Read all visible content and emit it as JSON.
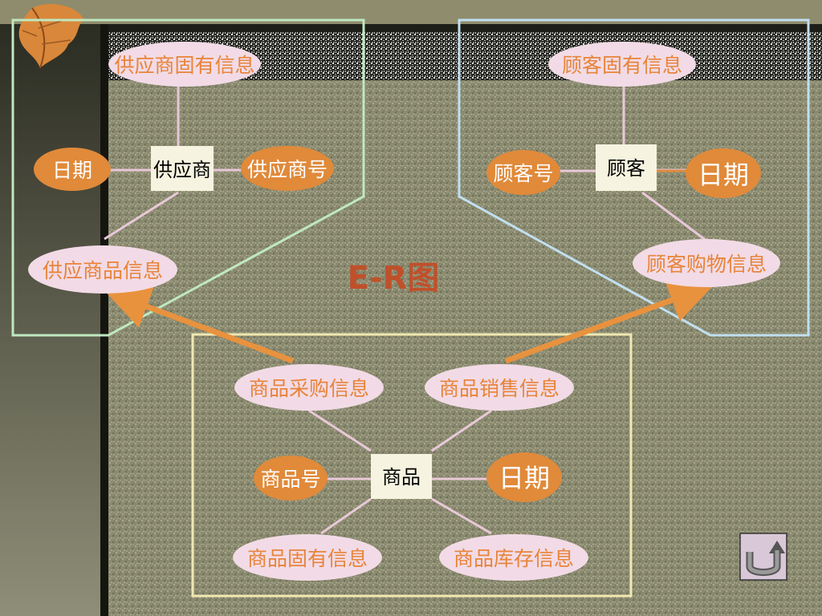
{
  "title": "E-R图",
  "supplier": {
    "entity": "供应商",
    "attr_top": "供应商固有信息",
    "attr_date": "日期",
    "attr_id": "供应商号",
    "info": "供应商品信息"
  },
  "customer": {
    "entity": "顾客",
    "attr_top": "顾客固有信息",
    "attr_id": "顾客号",
    "attr_date": "日期",
    "info": "顾客购物信息"
  },
  "product": {
    "entity": "商品",
    "purchase": "商品采购信息",
    "sales": "商品销售信息",
    "attr_id": "商品号",
    "attr_date": "日期",
    "inherent": "商品固有信息",
    "stock": "商品库存信息"
  },
  "colors": {
    "pink_ellipse": "#f2dbe6",
    "orange_ellipse": "#e08a3a",
    "pink_text": "#e8843a",
    "arrow": "#e8923e",
    "title": "#c0502a",
    "entity_box": "#f6f4e0",
    "line": "#e8c8d8"
  },
  "icons": {
    "return_button": "u-turn-return-icon",
    "decoration": "autumn-leaf-icon"
  }
}
